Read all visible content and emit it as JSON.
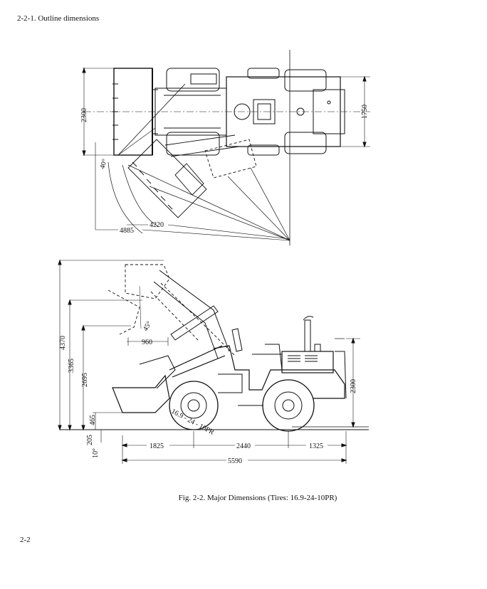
{
  "page": {
    "section_heading": "2-2-1. Outline dimensions",
    "caption": "Fig. 2-2. Major Dimensions (Tires: 16.9-24-10PR)",
    "page_number": "2-2"
  },
  "top_view": {
    "bucket_width": "2300",
    "tread_width": "1750",
    "articulation_angle": "40°",
    "inner_radius": "4220",
    "outer_radius": "4885"
  },
  "side_view": {
    "max_height": "4370",
    "hinge_pin_height": "3365",
    "dump_clearance": "2695",
    "carry_height": "465",
    "dig_depth": "205",
    "rollback": "10°",
    "dump_angle": "45°",
    "dump_reach": "960",
    "overall_height": "2300",
    "front_overhang": "1825",
    "wheelbase": "2440",
    "rear_overhang": "1325",
    "overall_length": "5590",
    "tire_label": "16.9 - 24 - 10PR"
  }
}
